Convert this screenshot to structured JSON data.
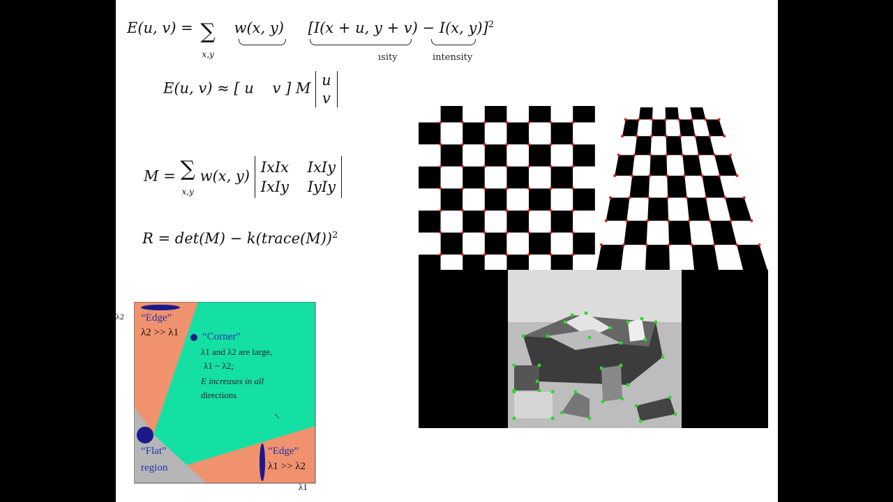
{
  "equations": {
    "eq1_lhs": "E(u, v) = ",
    "eq1_sum_sub": "x,y",
    "eq1_w": "w(x, y)",
    "eq1_shifted": "[I(x + u, y + v)",
    "eq1_minus": " − ",
    "eq1_intensity": "I(x, y)]",
    "eq1_sq": "2",
    "eq1_label_shifted": "ısity",
    "eq1_label_intensity": "intensity",
    "eq2_lhs": "E(u, v) ≈ [ u    v ] M",
    "eq2_vec_top": "u",
    "eq2_vec_bot": "v",
    "eq3_lhs": "M = ",
    "eq3_sum_sub": "x,y",
    "eq3_w": " w(x, y)",
    "m11": "IxIx",
    "m12": "IxIy",
    "m21": "IxIy",
    "m22": "IyIy",
    "eq4": "R = det(M) − k(trace(M))",
    "eq4_sq": "2"
  },
  "diagram": {
    "edge_top_label": "“Edge”",
    "edge_top_rel": "λ2 >> λ1",
    "corner_label": "“Corner”",
    "corner_desc_1": "λ1 and λ2 are large,",
    "corner_desc_2": "λ1 ~ λ2;",
    "corner_desc_3": "E increases in all",
    "corner_desc_4": "directions",
    "flat_label_1": "“Flat”",
    "flat_label_2": "region",
    "edge_bottom_label": "“Edge”",
    "edge_bottom_rel": "λ1 >> λ2",
    "axis_y": "λ2",
    "axis_x": "λ1",
    "colors": {
      "corner_region": "#14e0a4",
      "edge_region": "#f0926e",
      "flat_region": "#b6b6b6",
      "ellipse": "#1a1a8c",
      "label_blue": "#2233aa"
    }
  }
}
